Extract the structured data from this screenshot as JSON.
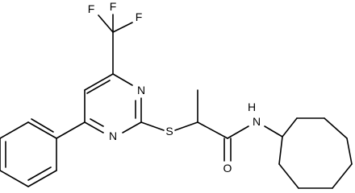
{
  "atoms": {
    "f1": "F",
    "f2": "F",
    "f3": "F",
    "n_ring_top": "N",
    "n_ring_bottom": "N",
    "s_thioether": "S",
    "n_amide": "N",
    "h_amide": "H",
    "o_carbonyl": "O"
  },
  "colors": {
    "bond": "#000000",
    "label": "#000000",
    "background": "#ffffff"
  }
}
